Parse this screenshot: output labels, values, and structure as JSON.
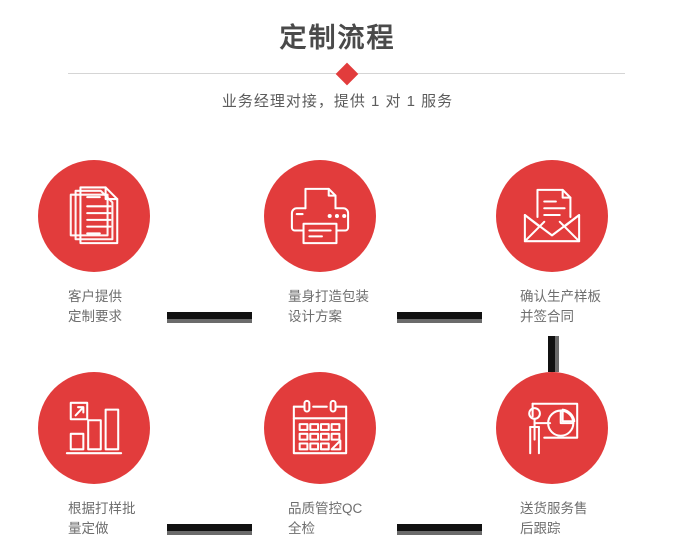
{
  "header": {
    "title": "定制流程",
    "subtitle": "业务经理对接，提供 1 对 1 服务",
    "accent_color": "#e23c3c",
    "title_color": "#4a4a4a",
    "divider_color": "#d5d5d5",
    "diamond_icon": "diamond-marker"
  },
  "theme": {
    "circle_color": "#e23c3c",
    "connector_color": "#111111",
    "connector_shadow_color": "#6b6b6b",
    "label_color": "#6e6e6e",
    "background": "#ffffff"
  },
  "steps": [
    {
      "index": 1,
      "icon": "documents-stack-icon",
      "label": "客户提供\n定制要求"
    },
    {
      "index": 2,
      "icon": "printer-icon",
      "label": "量身打造包装\n设计方案"
    },
    {
      "index": 3,
      "icon": "envelope-document-icon",
      "label": "确认生产样板\n并签合同"
    },
    {
      "index": 4,
      "icon": "bar-chart-growth-icon",
      "label": "根据打样批\n量定做"
    },
    {
      "index": 5,
      "icon": "calendar-icon",
      "label": "品质管控QC\n全检"
    },
    {
      "index": 6,
      "icon": "presenter-pie-chart-icon",
      "label": "送货服务售\n后跟踪"
    }
  ],
  "connectors": [
    {
      "name": "connector-step1-step2",
      "orientation": "horizontal"
    },
    {
      "name": "connector-step2-step3",
      "orientation": "horizontal"
    },
    {
      "name": "connector-step3-step6",
      "orientation": "vertical"
    },
    {
      "name": "connector-step4-step5",
      "orientation": "horizontal"
    },
    {
      "name": "connector-step5-step6",
      "orientation": "horizontal"
    }
  ]
}
